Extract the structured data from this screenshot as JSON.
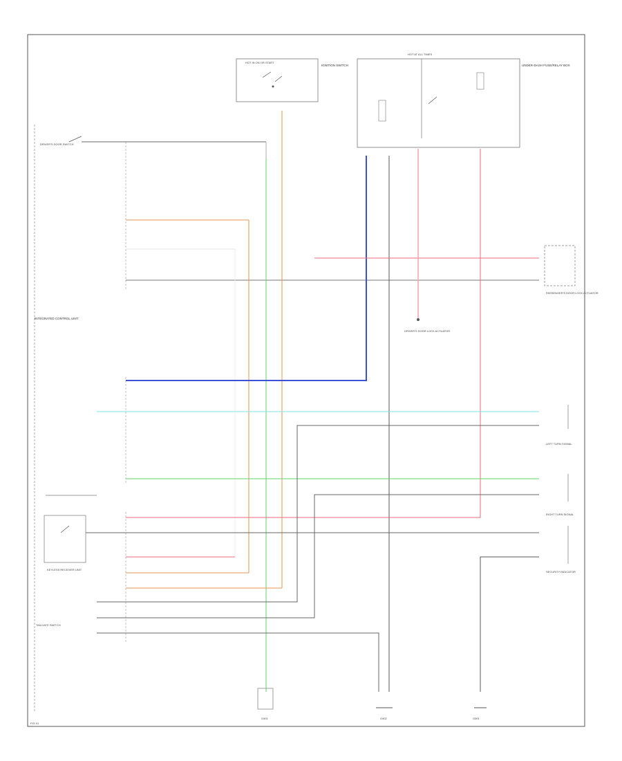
{
  "diagram": {
    "colors": {
      "blue": "#3b52d4",
      "red": "#ec6a78",
      "green": "#5fd46a",
      "cyan": "#7fe3e6",
      "orange": "#e9934f",
      "pink": "#f7a3ad",
      "gray": "#777777",
      "dark": "#333333"
    },
    "labels": {
      "ignition_switch": "IGNITION SWITCH",
      "fuse_box": "UNDER-DASH FUSE/RELAY BOX",
      "hot_in": "HOT IN ON OR START",
      "hot_all_times": "HOT AT ALL TIMES",
      "door_switch": "DRIVER'S DOOR SWITCH",
      "tailgate_switch": "TAILGATE SWITCH",
      "keyless_unit": "KEYLESS RECEIVER UNIT",
      "integrated_unit": "INTEGRATED CONTROL UNIT",
      "driver_lock_actuator": "DRIVER'S DOOR LOCK ACTUATOR",
      "passenger_lock_actuator": "PASSENGER'S DOOR LOCK ACTUATOR",
      "left_turn": "LEFT TURN SIGNAL",
      "right_turn": "RIGHT TURN SIGNAL",
      "security_indicator": "SECURITY INDICATOR",
      "ground_1": "G401",
      "ground_2": "G402",
      "ground_3": "G501",
      "page_id": "FIG.01"
    }
  }
}
